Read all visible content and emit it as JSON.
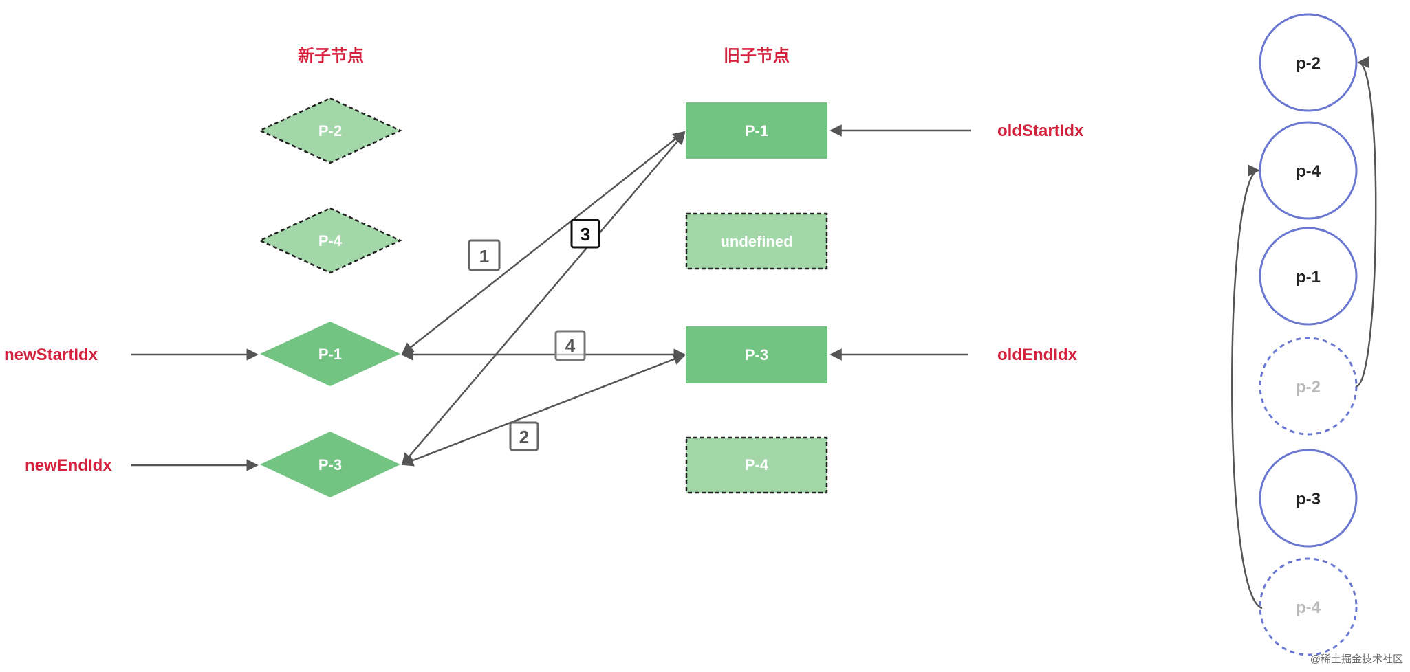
{
  "headers": {
    "new": "新子节点",
    "old": "旧子节点"
  },
  "new_nodes": [
    {
      "label": "P-2",
      "style": "dashed"
    },
    {
      "label": "P-4",
      "style": "dashed"
    },
    {
      "label": "P-1",
      "style": "solid"
    },
    {
      "label": "P-3",
      "style": "solid"
    }
  ],
  "old_nodes": [
    {
      "label": "P-1",
      "style": "solid"
    },
    {
      "label": "undefined",
      "style": "dashed"
    },
    {
      "label": "P-3",
      "style": "solid"
    },
    {
      "label": "P-4",
      "style": "dashed"
    }
  ],
  "pointers": {
    "newStartIdx": "newStartIdx",
    "newEndIdx": "newEndIdx",
    "oldStartIdx": "oldStartIdx",
    "oldEndIdx": "oldEndIdx"
  },
  "compare_steps": [
    "1",
    "2",
    "3",
    "4"
  ],
  "circles": [
    {
      "label": "p-2",
      "style": "solid"
    },
    {
      "label": "p-4",
      "style": "solid"
    },
    {
      "label": "p-1",
      "style": "solid"
    },
    {
      "label": "p-2",
      "style": "dashed"
    },
    {
      "label": "p-3",
      "style": "solid"
    },
    {
      "label": "p-4",
      "style": "dashed"
    }
  ],
  "watermark": "@稀土掘金技术社区",
  "colors": {
    "node_solid": "#73c382",
    "node_dashed": "#a3d7a9",
    "circle_stroke": "#6a78d1",
    "label_red": "#d4213d",
    "arrow": "#555555"
  }
}
